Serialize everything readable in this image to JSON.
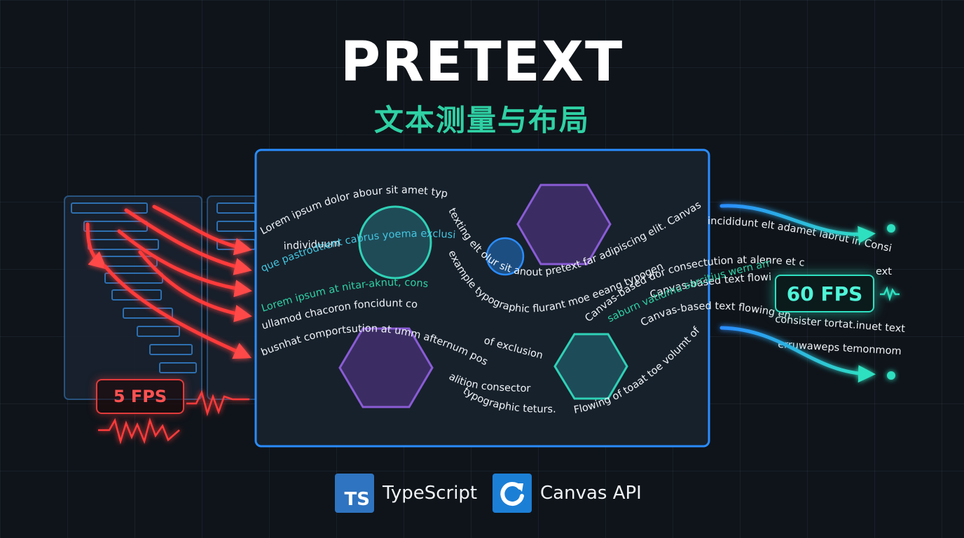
{
  "title": "PRETEXT",
  "subtitle": "文本测量与布局",
  "slow_badge": "5 FPS",
  "fast_badge": "60 FPS",
  "text_lines": [
    "Lorem ipsum dolor abour sit amet typographic",
    "individuum",
    "que pastrodtient cabrus yoema exclusion zoncept",
    "Lorem ipsum at nitar-aknut, consectetur adipiscing elit",
    "ullamod chacoron foncidunt consectetur amni",
    "busnhat comportsution at umm afternum post cardered",
    "texting elt olur sit anout pretext far adipiscing elit. Canvas-based amet",
    "example typographic flurant moe eeang typogenspha",
    "of exclusion zone",
    "alition consector",
    "typographic teturs.",
    "Flowing of toaat toe volumt of blog",
    "Canvas-based dor consectution at alenre et con",
    "Canvas-based text flowing",
    "Canvas-based text flowing en",
    "incididunt elt adamet labrut in Consistents,",
    "ext",
    "consister tortat.inuet text",
    "erruwaweps temonmoment.",
    "saburn vatiumu sarcitius wern arrat"
  ],
  "logos": [
    {
      "mark": "TS",
      "label": "TypeScript",
      "icon": "typescript-logo-icon"
    },
    {
      "mark": "",
      "label": "Canvas API",
      "icon": "canvas-refresh-icon"
    }
  ],
  "colors": {
    "background": "#0f141a",
    "accent_teal": "#2fd1a4",
    "accent_blue": "#2a8cff",
    "slow_red": "#e23b3b",
    "shape_purple": "#8a5cd6",
    "shape_teal": "#2fc0b0"
  }
}
